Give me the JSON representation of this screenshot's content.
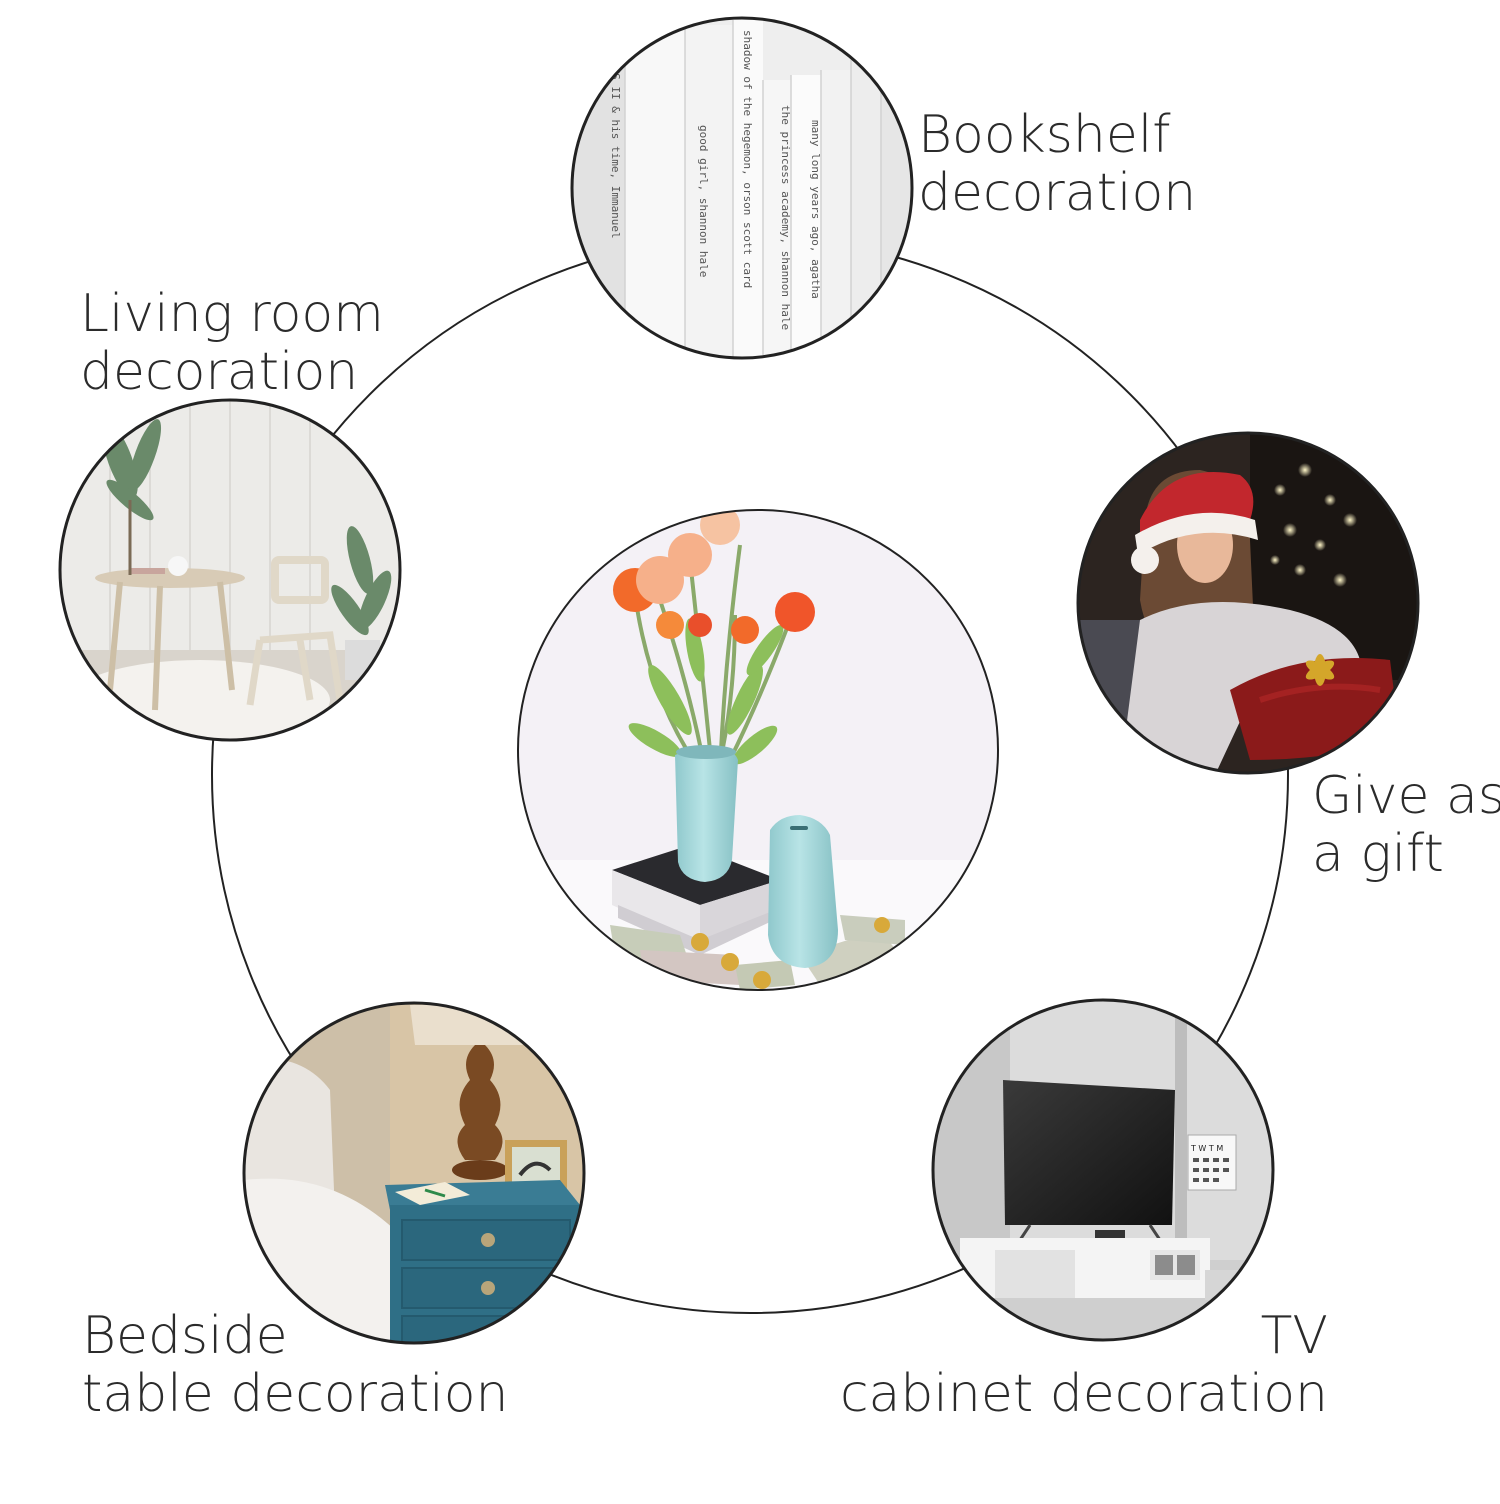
{
  "scenes": {
    "center": {
      "subject": "light blue vase with orange poppies and a matching coin bank on books with scattered banknotes and coins"
    },
    "bookshelf": {
      "label_line1": "Bookshelf",
      "label_line2": "decoration"
    },
    "living_room": {
      "label_line1": "Living room",
      "label_line2": "decoration"
    },
    "gift": {
      "label_line1": "Give as",
      "label_line2": "a gift"
    },
    "bedside": {
      "label_line1": "Bedside",
      "label_line2": "table decoration"
    },
    "tv": {
      "label_line1": "TV",
      "label_line2": "cabinet decoration"
    }
  },
  "book_spines": [
    "EMISES II & his time, Immanuel",
    "good girl, shannon hale",
    "shadow of the hegemon, orson scott card",
    "the princess academy, shannon hale",
    "many long years ago, agatha"
  ],
  "calendar_letters": "T W T M",
  "colors": {
    "ring": "#222222",
    "vase": "#9fd3d6",
    "nightstand": "#2f6f86",
    "santa_hat": "#c2272d",
    "gift_wrap": "#8b1a1a",
    "poppy": "#f26a2a",
    "peach_poppy": "#f6b08a"
  }
}
